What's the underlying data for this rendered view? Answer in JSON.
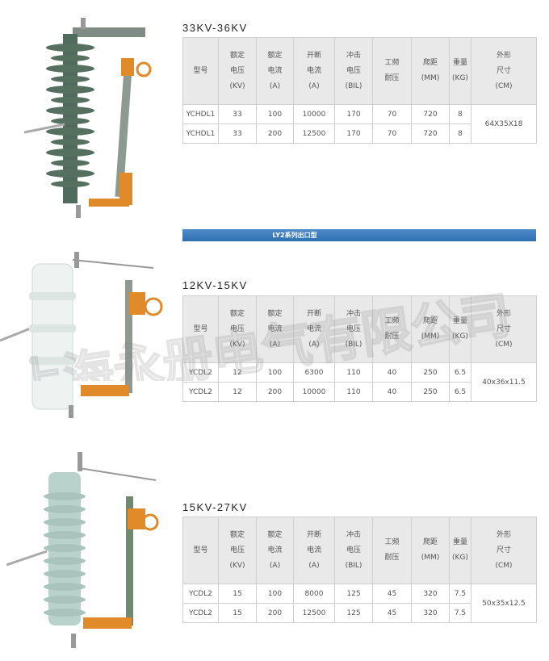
{
  "sections": [
    {
      "title": "33KV-36KV",
      "headers": [
        {
          "lines": [
            "型号"
          ]
        },
        {
          "lines": [
            "额定",
            "电压",
            "(KV)"
          ]
        },
        {
          "lines": [
            "额定",
            "电流",
            "(A)"
          ]
        },
        {
          "lines": [
            "开断",
            "电流",
            "(A)"
          ]
        },
        {
          "lines": [
            "冲击",
            "电压",
            "(BIL)"
          ]
        },
        {
          "lines": [
            "工频",
            "耐压"
          ]
        },
        {
          "lines": [
            "爬距",
            "(MM)"
          ]
        },
        {
          "lines": [
            "重量",
            "(KG)"
          ]
        },
        {
          "lines": [
            "外形",
            "尺寸",
            "(CM)"
          ]
        }
      ],
      "rows": [
        [
          "YCHDL1",
          "33",
          "100",
          "10000",
          "170",
          "70",
          "720",
          "8"
        ],
        [
          "YCHDL1",
          "33",
          "200",
          "12500",
          "170",
          "70",
          "720",
          "8"
        ]
      ],
      "dimension": "64X35X18"
    },
    {
      "title": "12KV-15KV",
      "headers": [
        {
          "lines": [
            "型号"
          ]
        },
        {
          "lines": [
            "额定",
            "电压",
            "(KV)"
          ]
        },
        {
          "lines": [
            "额定",
            "电流",
            "(A)"
          ]
        },
        {
          "lines": [
            "开断",
            "电流",
            "(A)"
          ]
        },
        {
          "lines": [
            "冲击",
            "电压",
            "(BIL)"
          ]
        },
        {
          "lines": [
            "工频",
            "耐压"
          ]
        },
        {
          "lines": [
            "爬距",
            "(MM)"
          ]
        },
        {
          "lines": [
            "重量",
            "(KG)"
          ]
        },
        {
          "lines": [
            "外形",
            "尺寸",
            "(CM)"
          ]
        }
      ],
      "rows": [
        [
          "YCDL2",
          "12",
          "100",
          "6300",
          "110",
          "40",
          "250",
          "6.5"
        ],
        [
          "YCDL2",
          "12",
          "200",
          "10000",
          "110",
          "40",
          "250",
          "6.5"
        ]
      ],
      "dimension": "40x36x11.5"
    },
    {
      "title": "15KV-27KV",
      "headers": [
        {
          "lines": [
            "型号"
          ]
        },
        {
          "lines": [
            "额定",
            "电压",
            "(KV)"
          ]
        },
        {
          "lines": [
            "额定",
            "电流",
            "(A)"
          ]
        },
        {
          "lines": [
            "开断",
            "电流",
            "(A)"
          ]
        },
        {
          "lines": [
            "冲击",
            "电压",
            "(BIL)"
          ]
        },
        {
          "lines": [
            "工频",
            "耐压"
          ]
        },
        {
          "lines": [
            "爬距",
            "(MM)"
          ]
        },
        {
          "lines": [
            "重量",
            "(KG)"
          ]
        },
        {
          "lines": [
            "外形",
            "尺寸",
            "(CM)"
          ]
        }
      ],
      "rows": [
        [
          "YCDL2",
          "15",
          "100",
          "8000",
          "125",
          "45",
          "320",
          "7.5"
        ],
        [
          "YCDL2",
          "15",
          "200",
          "12500",
          "125",
          "45",
          "320",
          "7.5"
        ]
      ],
      "dimension": "50x35x12.5"
    }
  ],
  "banner": "LY2系列出口型",
  "watermark": "上海永册电气有限公司",
  "colors": {
    "banner": "#3a7bbd",
    "header_bg": "#e9e9e9",
    "insulator_dark": "#4f6b5e",
    "insulator_white": "#eef2f1",
    "insulator_green": "#b9d2cc",
    "brass": "#e08a2a"
  }
}
